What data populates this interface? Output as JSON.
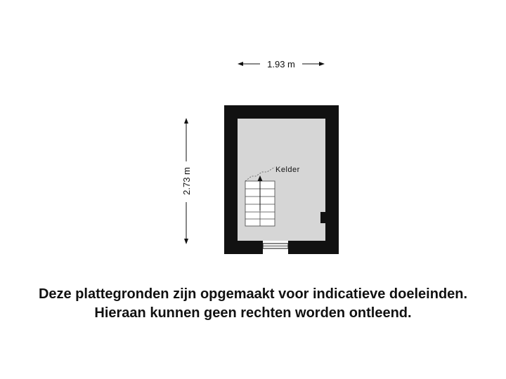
{
  "dimensions": {
    "width": "1.93 m",
    "height": "2.73 m"
  },
  "room": {
    "label": "Kelder"
  },
  "colors": {
    "wall": "#111111",
    "floor": "#d6d6d6",
    "background": "#ffffff"
  },
  "disclaimer": {
    "line1": "Deze plattegronden zijn opgemaakt voor indicatieve doeleinden.",
    "line2": "Hieraan kunnen geen rechten worden ontleend."
  }
}
